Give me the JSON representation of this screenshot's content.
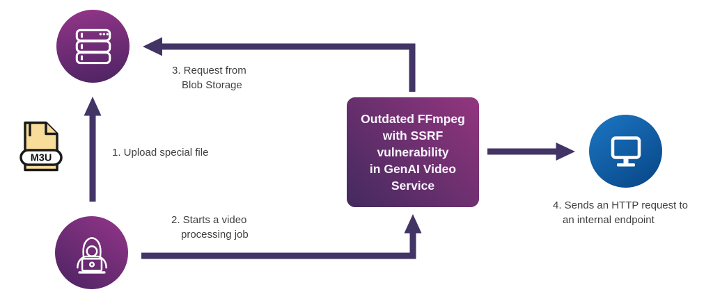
{
  "diagram": {
    "service_box": {
      "text": "Outdated FFmpeg\nwith SSRF\nvulnerability\nin GenAI Video\nService"
    },
    "file_badge": "M3U",
    "steps": {
      "step1": {
        "line1": "1. Upload special file"
      },
      "step2": {
        "line1": "2. Starts a video",
        "line2": "processing job"
      },
      "step3": {
        "line1": "3. Request from",
        "line2": "Blob Storage"
      },
      "step4": {
        "line1": "4. Sends an HTTP request to",
        "line2": "an internal endpoint"
      }
    },
    "colors": {
      "arrow": "#423465",
      "label_text": "#3f3f3f",
      "purple_gradient_start": "#8e3486",
      "purple_gradient_end": "#4e2463",
      "box_gradient_start": "#93357f",
      "box_gradient_end": "#432a5e",
      "blue_gradient_start": "#1b74c0",
      "blue_gradient_end": "#084788",
      "file_fill": "#f8dc9a"
    }
  }
}
